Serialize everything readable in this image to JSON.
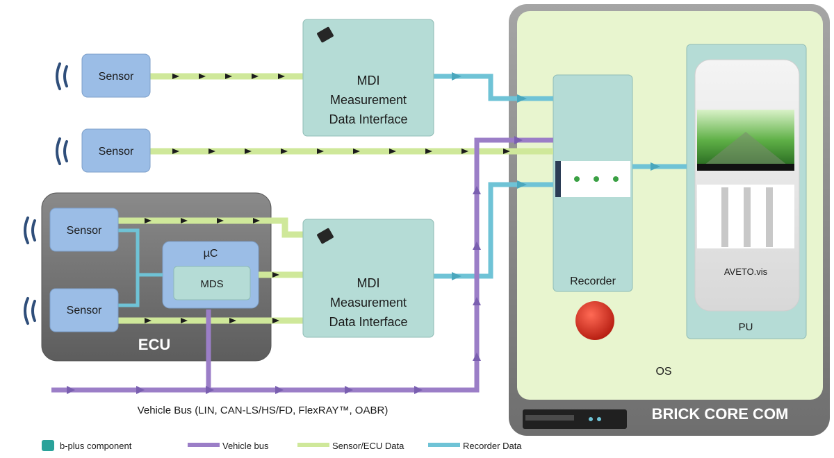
{
  "sensors": {
    "s1": "Sensor",
    "s2": "Sensor",
    "s3": "Sensor",
    "s4": "Sensor"
  },
  "mdi_top": {
    "line1": "MDI",
    "line2": "Measurement",
    "line3": "Data Interface"
  },
  "mdi_bottom": {
    "line1": "MDI",
    "line2": "Measurement",
    "line3": "Data Interface"
  },
  "ecu": {
    "label": "ECU",
    "uc": "µC",
    "mds": "MDS"
  },
  "brick": {
    "title": "BRICK CORE COM",
    "os": "OS",
    "recorder": "Recorder",
    "pu": "PU",
    "app": "AVETO.vis"
  },
  "vehicle_bus": "Vehicle Bus (LIN, CAN-LS/HS/FD, FlexRAY™, OABR)",
  "legend": {
    "component": "b-plus component",
    "vehicle_bus": "Vehicle bus",
    "sensor_data": "Sensor/ECU Data",
    "recorder_data": "Recorder Data"
  },
  "colors": {
    "sensor_box": "#9bbde6",
    "bplus_box": "#b5dcd6",
    "brick_outer": "#7f7f7f",
    "os_panel": "#e8f5cf",
    "ecu_box": "#6f6f6f",
    "vehicle_bus": "#9b7ec7",
    "sensor_data": "#cfe89a",
    "recorder_data": "#6fc3d6",
    "record_button": "#e03020"
  }
}
